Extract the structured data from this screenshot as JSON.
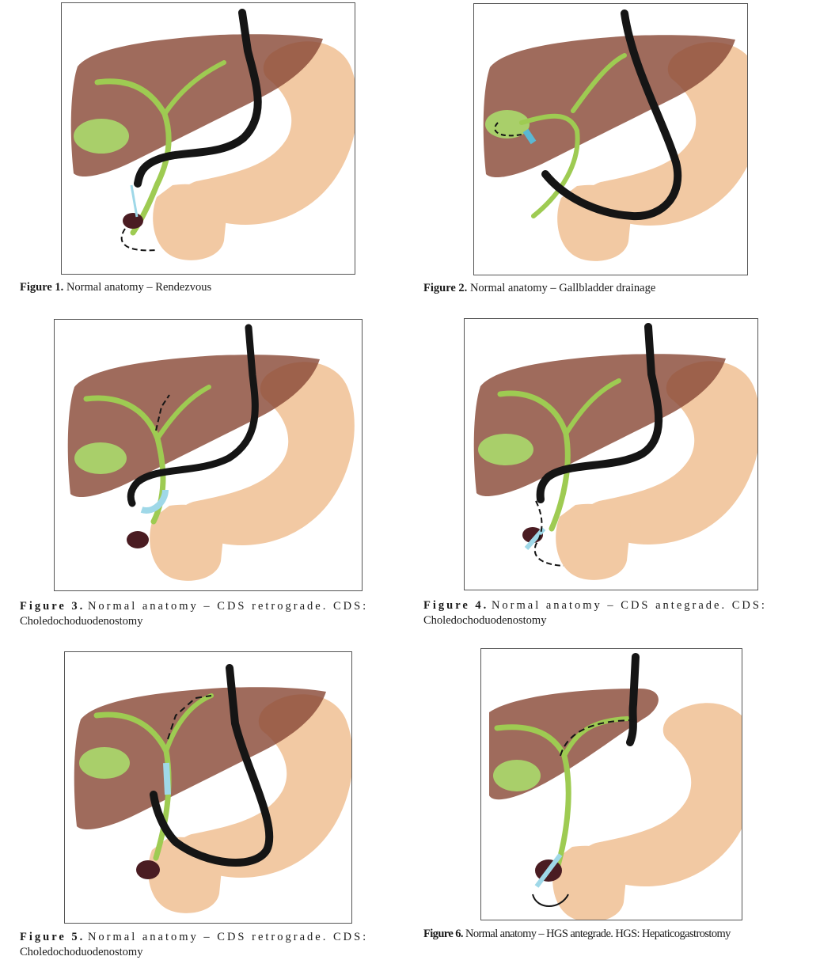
{
  "figures": [
    {
      "label": "Figure 1.",
      "text": "Normal anatomy – Rendezvous"
    },
    {
      "label": "Figure 2.",
      "text": "Normal anatomy – Gallbladder drainage"
    },
    {
      "label": "Figure 3.",
      "text": "Normal anatomy – CDS retrograde. CDS:",
      "text2": "Choledochoduodenostomy"
    },
    {
      "label": "Figure 4.",
      "text": "Normal anatomy – CDS antegrade. CDS:",
      "text2": "Choledochoduodenostomy"
    },
    {
      "label": "Figure 5.",
      "text": "Normal anatomy – CDS retrograde. CDS:",
      "text2": "Choledochoduodenostomy"
    },
    {
      "label": "Figure 6.",
      "text": "Normal anatomy – HGS antegrade. HGS: Hepaticogastrostomy"
    }
  ],
  "colors": {
    "liver": "#8a4a38",
    "stomach": "#f2c9a3",
    "bile_duct": "#9ecb52",
    "gallbladder": "#a9cf6a",
    "endoscope": "#151515",
    "stent": "#9fd8e8",
    "papilla": "#4a1c22"
  }
}
